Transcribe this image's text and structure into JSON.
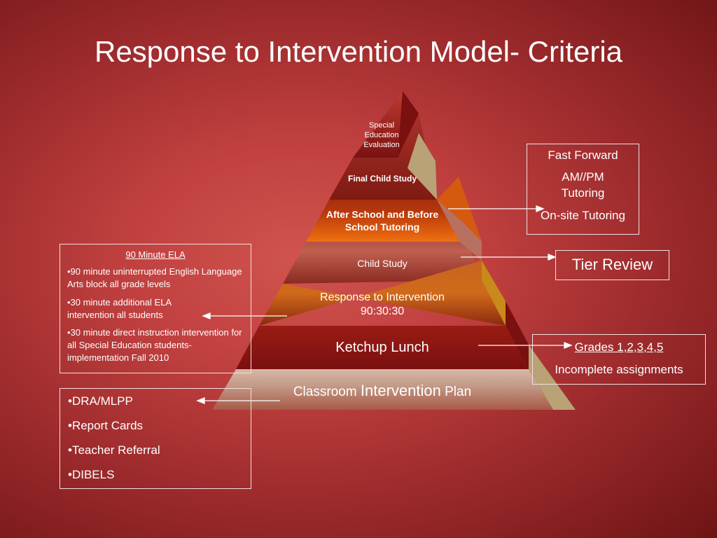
{
  "title": "Response to Intervention Model- Criteria",
  "pyramid": {
    "tiers": [
      {
        "label": "Special Education Evaluation"
      },
      {
        "label": "Final Child Study"
      },
      {
        "label": "After School and Before School Tutoring"
      },
      {
        "label": "Child Study"
      },
      {
        "label": "Response to Intervention 90:30:30",
        "line1": "Response to Intervention",
        "line2": "90:30:30"
      },
      {
        "label": "Ketchup Lunch"
      },
      {
        "label_part1": "Classroom ",
        "label_part2": "Intervention",
        "label_part3": " Plan"
      }
    ]
  },
  "right_boxes": {
    "after_school": {
      "items": [
        "Fast Forward",
        "AM//PM Tutoring",
        "On-site Tutoring"
      ]
    },
    "tier_review": {
      "label": "Tier Review"
    },
    "ketchup": {
      "items": [
        "Grades 1,2,3,4,5",
        "Incomplete assignments"
      ]
    }
  },
  "left_boxes": {
    "ela": {
      "heading": "90 Minute ELA",
      "items": [
        "•90 minute uninterrupted English Language Arts block all grade levels",
        "•30 minute additional ELA intervention all students",
        "•30 minute direct instruction intervention for all Special Education students-implementation Fall 2010"
      ]
    },
    "classroom": {
      "items": [
        "•DRA/MLPP",
        "•Report Cards",
        "•Teacher Referral",
        "•DIBELS"
      ]
    }
  },
  "colors": {
    "tier_1": "#7a1210",
    "tier_2": "#8d2418",
    "tier_3": "#e0560c",
    "tier_4": "#a8453a",
    "tier_5": "#c05a12",
    "tier_6": "#8a1510",
    "tier_7": "#c8a898",
    "side_tan": "#b8a276",
    "side_orange": "#d55a10",
    "side_rose": "#b87060",
    "side_gold": "#c88a1a",
    "side_dark": "#7a1010"
  }
}
